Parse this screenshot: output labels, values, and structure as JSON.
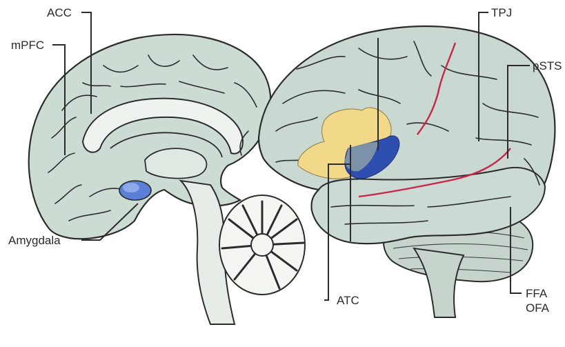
{
  "figure": {
    "labels": {
      "acc": "ACC",
      "mpfc": "mPFC",
      "amygdala": "Amygdala",
      "tpj": "TPJ",
      "psts": "pSTS",
      "atc": "ATC",
      "ffa": "FFA",
      "ofa": "OFA"
    },
    "colors": {
      "brain_fill": "#c9d8d0",
      "brain_fill_light": "#dbe6df",
      "outline": "#2b2b2b",
      "amygdala": "#5b7fd6",
      "atc_blue": "#2f4fb0",
      "atc_yellow": "#f2d98a",
      "sulcus_red": "#c8254a",
      "background": "#ffffff"
    }
  }
}
